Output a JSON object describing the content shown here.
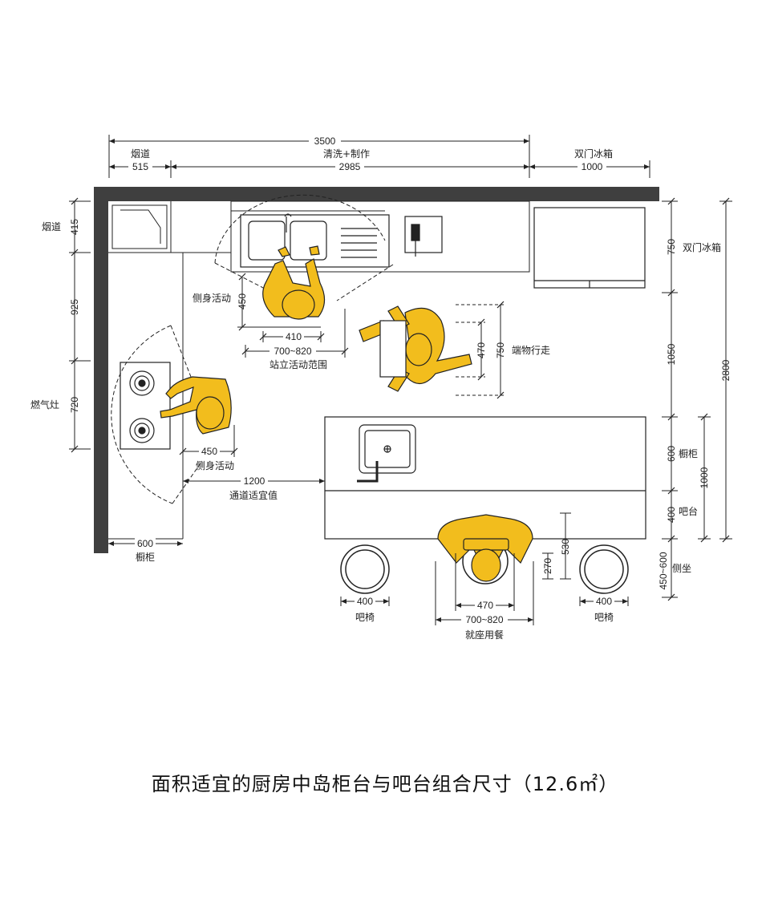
{
  "dimensions": {
    "top_total": "3500",
    "top_zone_work": "清洗+制作",
    "top_flue": "烟道",
    "top_fridge": "双门冰箱",
    "top_515": "515",
    "top_2985": "2985",
    "top_1000": "1000",
    "left_415": "415",
    "left_925": "925",
    "left_720": "720",
    "right_750": "750",
    "right_1050": "1050",
    "right_600": "600",
    "right_400": "400",
    "right_1000": "1000",
    "right_2800": "2800",
    "right_450_600": "450~600",
    "v_450": "450",
    "w_410": "410",
    "w_700_820_top": "700~820",
    "w_470_side": "470",
    "w_750_side": "750",
    "w_450_stove": "450",
    "w_1200": "1200",
    "w_600": "600",
    "w_400_left": "400",
    "w_400_right": "400",
    "w_470_seat": "470",
    "w_700_820_seat": "700~820",
    "v_530": "530",
    "v_270": "270"
  },
  "labels": {
    "flue": "烟道",
    "stove": "燃气灶",
    "fridge": "双门冰箱",
    "side_move_top": "侧身活动",
    "stand_range": "站立活动范围",
    "carry_walk": "端物行走",
    "side_move_stove": "侧身活动",
    "passage": "通道适宜值",
    "cabinet_left": "橱柜",
    "cabinet_right": "橱柜",
    "bar_counter": "吧台",
    "side_seat": "侧坐",
    "bar_chair_left": "吧椅",
    "bar_chair_right": "吧椅",
    "seated_dining": "就座用餐"
  },
  "caption": "面积适宜的厨房中岛柜台与吧台组合尺寸（12.6㎡）",
  "colors": {
    "wall": "#3f3f3f",
    "person": "#f2bd1d",
    "line": "#222222"
  }
}
